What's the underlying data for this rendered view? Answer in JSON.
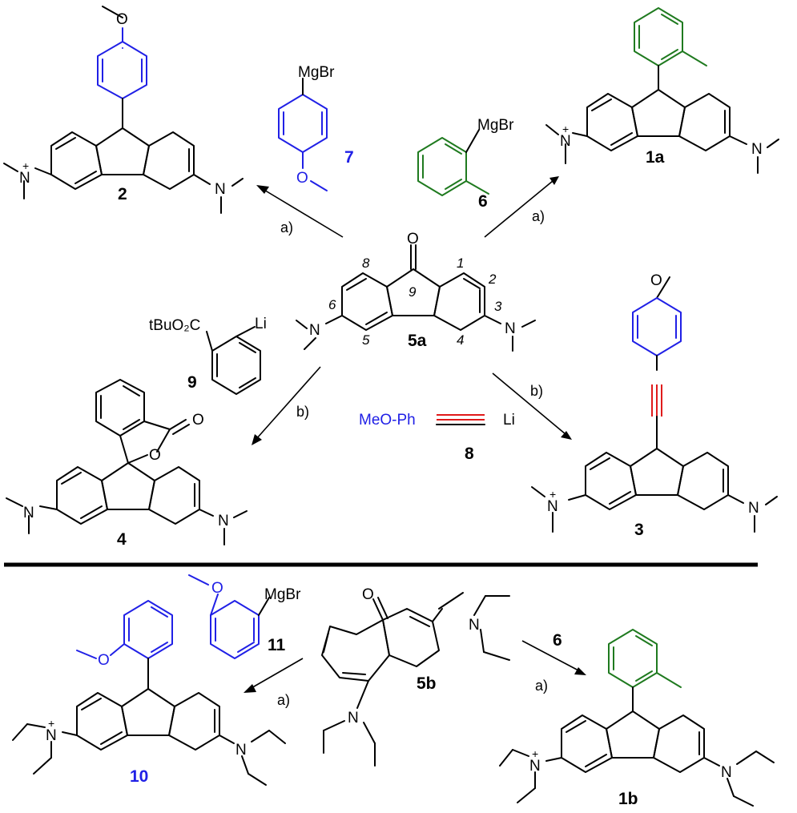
{
  "compounds": {
    "c2": "2",
    "c7": "7",
    "c6": "6",
    "c1a": "1a",
    "c5a": "5a",
    "c9": "9",
    "c8": "8",
    "c4": "4",
    "c3": "3",
    "c11": "11",
    "c10": "10",
    "c5b": "5b",
    "c1b": "1b",
    "c6b": "6"
  },
  "conditions": {
    "a1": "a)",
    "a2": "a)",
    "b1": "b)",
    "b2": "b)",
    "a3": "a)",
    "a4": "a)"
  },
  "atoms": {
    "O": "O",
    "N": "N",
    "plus": "+",
    "MgBr": "MgBr",
    "Li": "Li",
    "tBuO2C": "tBuO₂C",
    "MeOPh": "MeO-Ph"
  },
  "numbering": [
    "1",
    "2",
    "3",
    "4",
    "5",
    "6",
    "8",
    "9"
  ],
  "colors": {
    "blue": "#2020e6",
    "green": "#1f7a1f",
    "red": "#e01b1b",
    "black": "#000000"
  }
}
